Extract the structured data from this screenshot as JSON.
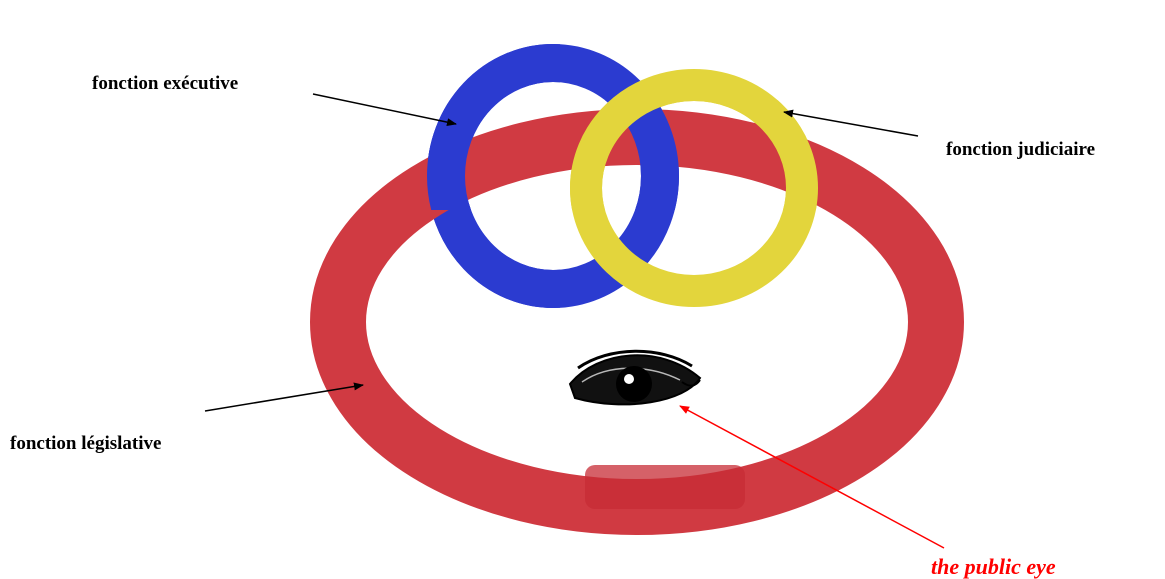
{
  "labels": {
    "executive": "fonction exécutive",
    "judicial": "fonction judiciaire",
    "legislative": "fonction législative",
    "public_eye": "the public eye"
  },
  "rings": {
    "executive": {
      "icon": "blue-ring",
      "color": "#2b3bd0"
    },
    "judicial": {
      "icon": "yellow-ring",
      "color": "#e3d53c"
    },
    "legislative": {
      "icon": "red-ring",
      "color": "#d03a42"
    }
  },
  "eye": {
    "icon": "eye-icon"
  },
  "colors": {
    "arrow_default": "#000000",
    "arrow_public_eye": "#ff0000"
  }
}
